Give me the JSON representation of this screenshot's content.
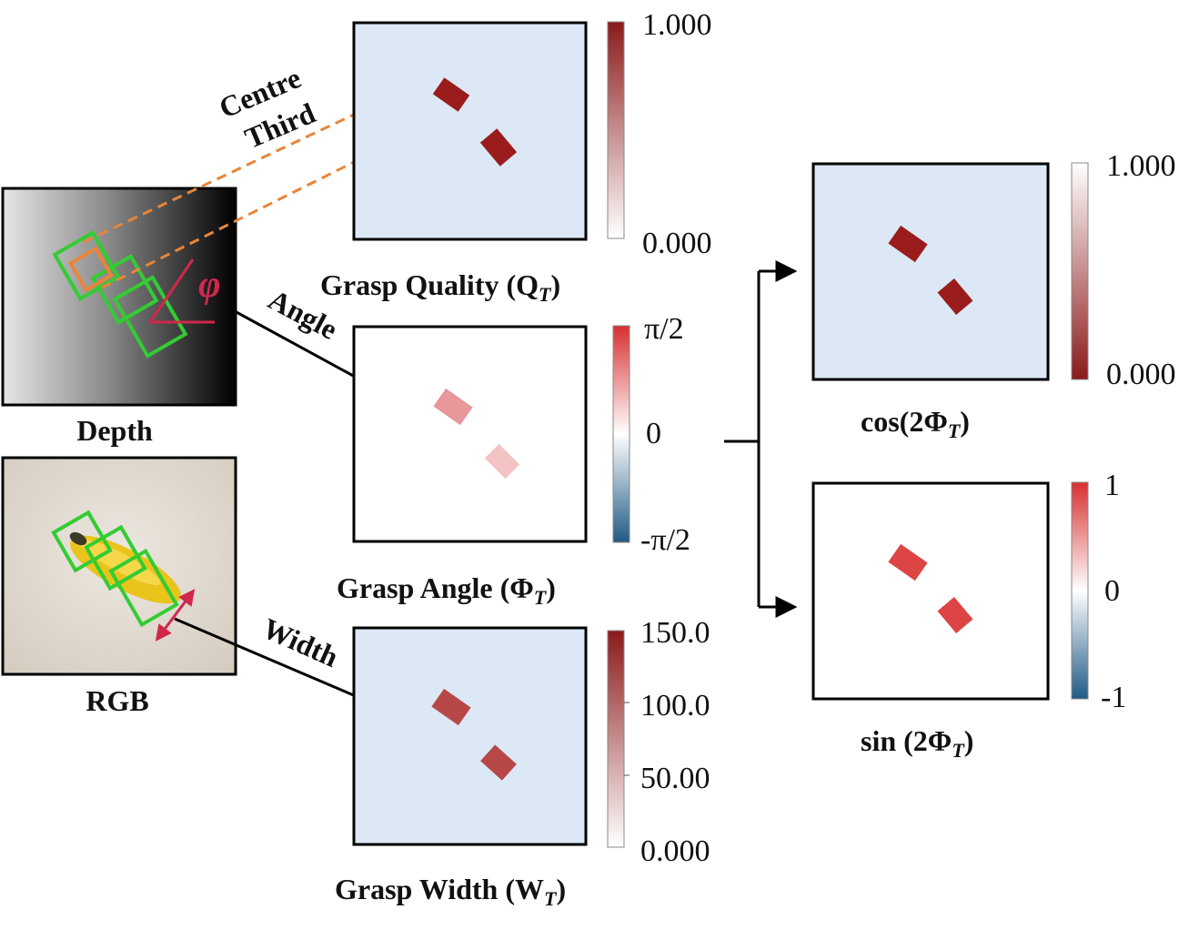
{
  "inputs": {
    "depth_label": "Depth",
    "rgb_label": "RGB"
  },
  "annotations": {
    "centre": "Centre",
    "third": "Third",
    "phi": "φ",
    "angle": "Angle",
    "width": "Width"
  },
  "panels": {
    "quality": {
      "title_main": "Grasp Quality (Q",
      "title_sub": "T",
      "title_close": ")",
      "ticks": [
        "1.000",
        "0.000"
      ]
    },
    "angle": {
      "title_main": "Grasp Angle (Φ",
      "title_sub": "T",
      "title_close": ")",
      "ticks": [
        "π/2",
        "0",
        "-π/2"
      ]
    },
    "width": {
      "title_main": "Grasp Width (W",
      "title_sub": "T",
      "title_close": ")",
      "ticks": [
        "150.0",
        "100.0",
        "50.00",
        "0.000"
      ]
    },
    "cos": {
      "title_main": "cos(2Φ",
      "title_sub": "T",
      "title_close": ")",
      "ticks": [
        "1.000",
        "0.000"
      ]
    },
    "sin": {
      "title_main": "sin (2Φ",
      "title_sub": "T",
      "title_close": ")",
      "ticks": [
        "1",
        "0",
        "-1"
      ]
    }
  },
  "colors": {
    "panel_bg": "#dce8f5",
    "dark_red": "#9b1c1c",
    "pink": "#e8989a",
    "light_pink": "#f3c3c3",
    "mid_red": "#b84848",
    "bright_red": "#dd4444",
    "grasp_green": "#33cc33",
    "centre_orange": "#e8853a",
    "phi_red": "#d0284c"
  }
}
